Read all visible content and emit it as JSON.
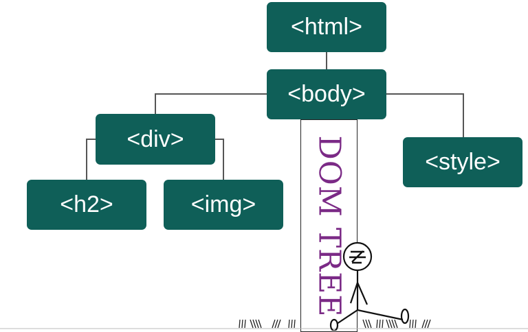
{
  "nodes": {
    "html": "<html>",
    "body": "<body>",
    "div": "<div>",
    "h2": "<h2>",
    "img": "<img>",
    "style": "<style>"
  },
  "trunk_label": "DOM TREE",
  "colors": {
    "node_fill": "#0f5f58",
    "node_text": "#ffffff",
    "connector": "#555555",
    "trunk_text": "#7b2a86"
  }
}
